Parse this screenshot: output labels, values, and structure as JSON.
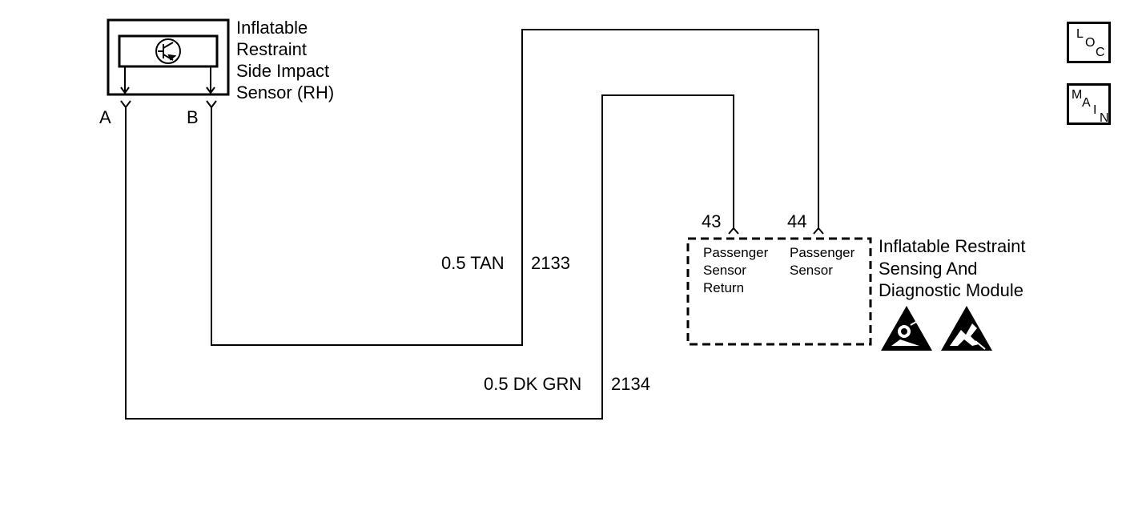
{
  "sensor": {
    "title_lines": [
      "Inflatable",
      "Restraint",
      "Side Impact",
      "Sensor (RH)"
    ],
    "pin_a": "A",
    "pin_b": "B",
    "icon": "transistor-symbol-icon"
  },
  "wires": {
    "tan": {
      "size_color": "0.5 TAN",
      "circuit": "2133"
    },
    "dk_grn": {
      "size_color": "0.5 DK GRN",
      "circuit": "2134"
    }
  },
  "module": {
    "title_lines": [
      "Inflatable Restraint",
      "Sensing And",
      "Diagnostic Module"
    ],
    "pin_43": "43",
    "pin_44": "44",
    "pin_43_label_lines": [
      "Passenger",
      "Sensor",
      "Return"
    ],
    "pin_44_label_lines": [
      "Passenger",
      "Sensor"
    ],
    "warning_icons": [
      "airbag-warning-icon",
      "esd-warning-icon"
    ]
  },
  "nav": {
    "loc": {
      "letters": [
        "L",
        "O",
        "C"
      ]
    },
    "main": {
      "letters": [
        "M",
        "A",
        "I",
        "N"
      ]
    }
  }
}
